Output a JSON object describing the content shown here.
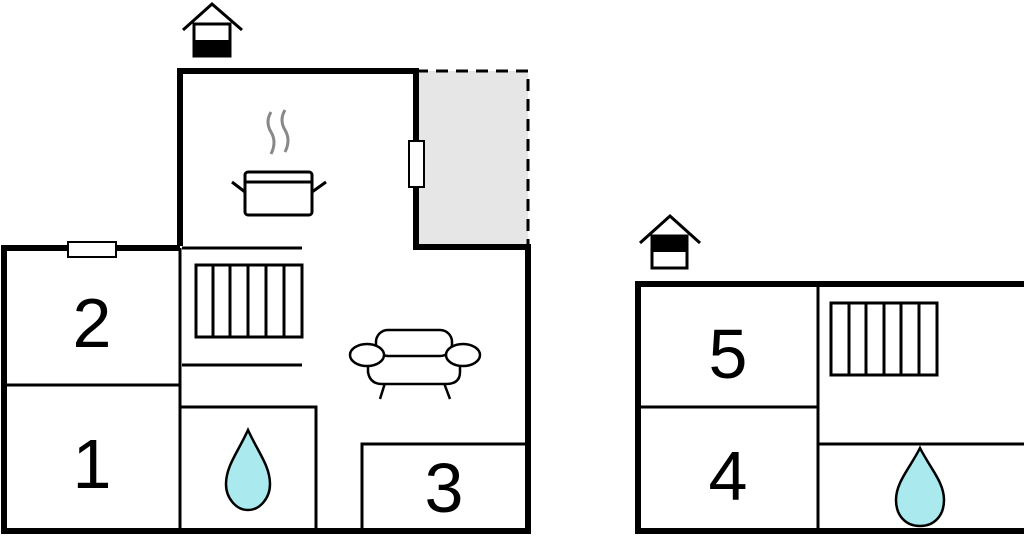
{
  "colors": {
    "wall": "#000000",
    "background": "#ffffff",
    "terrace": "#e6e6e6",
    "water": "#aaeaee"
  },
  "buildings": [
    {
      "entrance_icon": "house-entrance-icon",
      "rooms": [
        {
          "label": "2",
          "type": "bedroom"
        },
        {
          "label": "1",
          "type": "bedroom"
        },
        {
          "label": "3",
          "type": "bedroom"
        }
      ],
      "features": [
        "kitchen-pot-icon",
        "stairs-icon",
        "sofa-icon",
        "bathroom-water-drop-icon",
        "terrace",
        "window-icon",
        "window-icon"
      ]
    },
    {
      "entrance_icon": "house-entrance-icon",
      "rooms": [
        {
          "label": "5",
          "type": "bedroom"
        },
        {
          "label": "4",
          "type": "bedroom"
        }
      ],
      "features": [
        "stairs-icon",
        "bathroom-water-drop-icon"
      ]
    }
  ]
}
